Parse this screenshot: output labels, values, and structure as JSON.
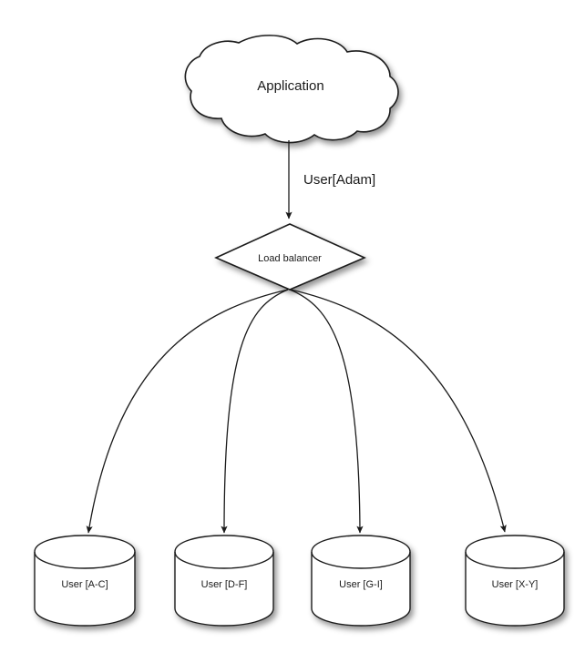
{
  "diagram": {
    "title": "Load balancer user sharding diagram",
    "background_color": "#ffffff",
    "stroke_color": "#1b1b1b",
    "text_color": "#1a1a1a",
    "nodes": {
      "application": {
        "label": "Application",
        "shape": "cloud"
      },
      "load_balancer": {
        "label": "Load balancer",
        "shape": "diamond"
      },
      "databases": [
        {
          "label": "User [A-C]",
          "shape": "cylinder"
        },
        {
          "label": "User [D-F]",
          "shape": "cylinder"
        },
        {
          "label": "User [G-I]",
          "shape": "cylinder"
        },
        {
          "label": "User [X-Y]",
          "shape": "cylinder"
        }
      ]
    },
    "edges": {
      "app_to_lb": {
        "label": "User[Adam]",
        "from": "application",
        "to": "load_balancer",
        "arrow": true
      },
      "lb_to_db": [
        {
          "label": "",
          "from": "load_balancer",
          "to": "User [A-C]",
          "arrow": true
        },
        {
          "label": "",
          "from": "load_balancer",
          "to": "User [D-F]",
          "arrow": true
        },
        {
          "label": "",
          "from": "load_balancer",
          "to": "User [G-I]",
          "arrow": true
        },
        {
          "label": "",
          "from": "load_balancer",
          "to": "User [X-Y]",
          "arrow": true
        }
      ]
    }
  }
}
